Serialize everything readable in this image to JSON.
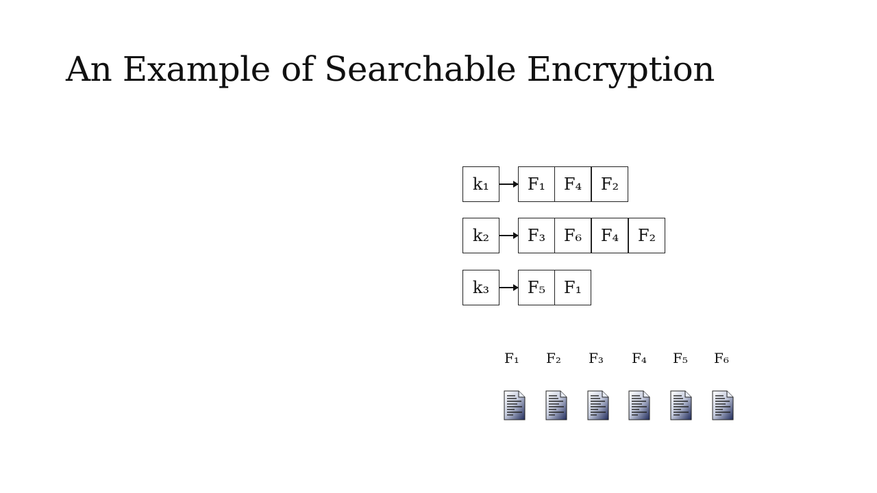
{
  "slide": {
    "title": "An Example of Searchable Encryption"
  },
  "index": {
    "rows": [
      {
        "key": "k₁",
        "files": [
          "F₁",
          "F₄",
          "F₂"
        ]
      },
      {
        "key": "k₂",
        "files": [
          "F₃",
          "F₆",
          "F₄",
          "F₂"
        ]
      },
      {
        "key": "k₃",
        "files": [
          "F₅",
          "F₁"
        ]
      }
    ]
  },
  "documents": {
    "labels": [
      "F₁",
      "F₂",
      "F₃",
      "F₄",
      "F₅",
      "F₆"
    ],
    "icon": "document-icon"
  }
}
